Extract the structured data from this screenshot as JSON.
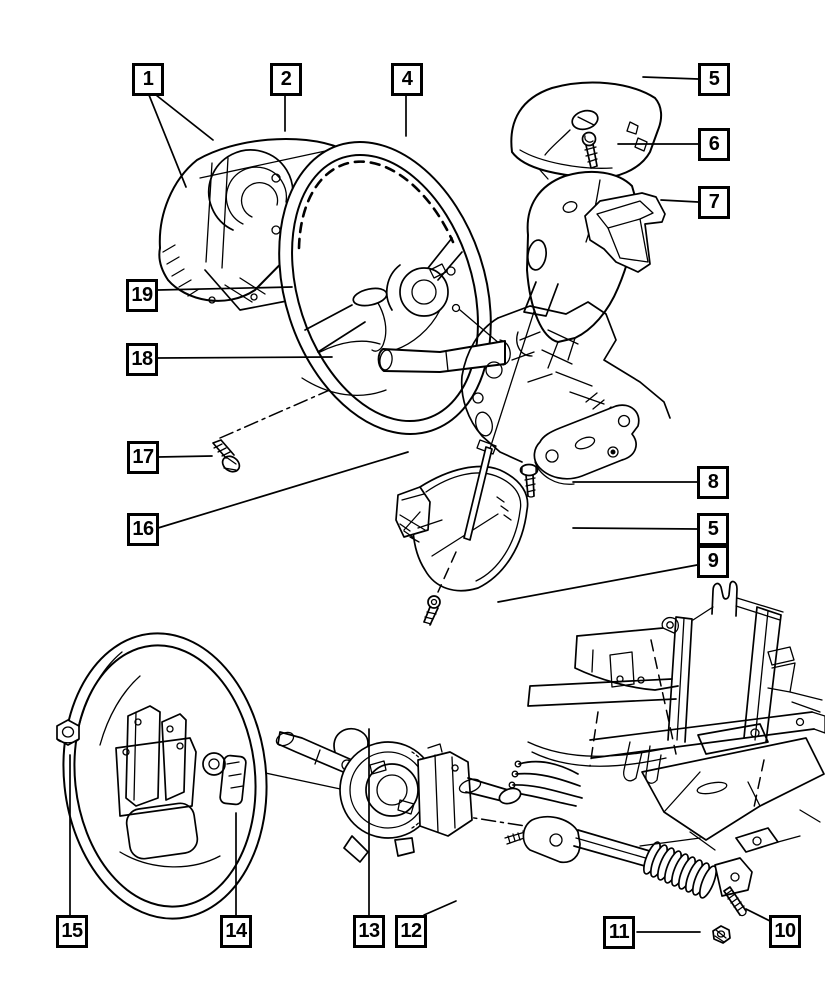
{
  "figure": {
    "type": "exploded-parts-diagram",
    "subject": "steering wheel and steering column assembly line drawing"
  },
  "colors": {
    "background": "#ffffff",
    "line_art": "#000000",
    "callout_border": "#000000",
    "callout_fill": "#ffffff",
    "callout_text": "#000000"
  },
  "callouts": [
    {
      "label": "1"
    },
    {
      "label": "2"
    },
    {
      "label": "4"
    },
    {
      "label": "5"
    },
    {
      "label": "6"
    },
    {
      "label": "7"
    },
    {
      "label": "19"
    },
    {
      "label": "18"
    },
    {
      "label": "17"
    },
    {
      "label": "16"
    },
    {
      "label": "8"
    },
    {
      "label": "5"
    },
    {
      "label": "9"
    },
    {
      "label": "15"
    },
    {
      "label": "14"
    },
    {
      "label": "13"
    },
    {
      "label": "12"
    },
    {
      "label": "11"
    },
    {
      "label": "10"
    }
  ]
}
